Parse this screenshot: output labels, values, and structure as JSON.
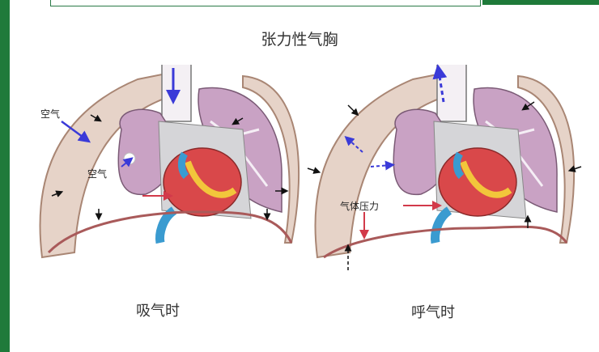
{
  "title": "张力性气胸",
  "left_panel": {
    "caption": "吸气时",
    "label_air_outer": "空气",
    "label_air_inner": "空气"
  },
  "right_panel": {
    "caption": "呼气时",
    "label_gas_pressure": "气体压力"
  },
  "colors": {
    "lung": "#c9a2c4",
    "lung_dark": "#b58aae",
    "chest_wall": "#c8a89a",
    "heart": "#d9484a",
    "aorta": "#3a9bd0",
    "arrow_blue": "#3a3ad8",
    "arrow_red": "#d23a4a",
    "frame_green": "#1f7a3a"
  }
}
